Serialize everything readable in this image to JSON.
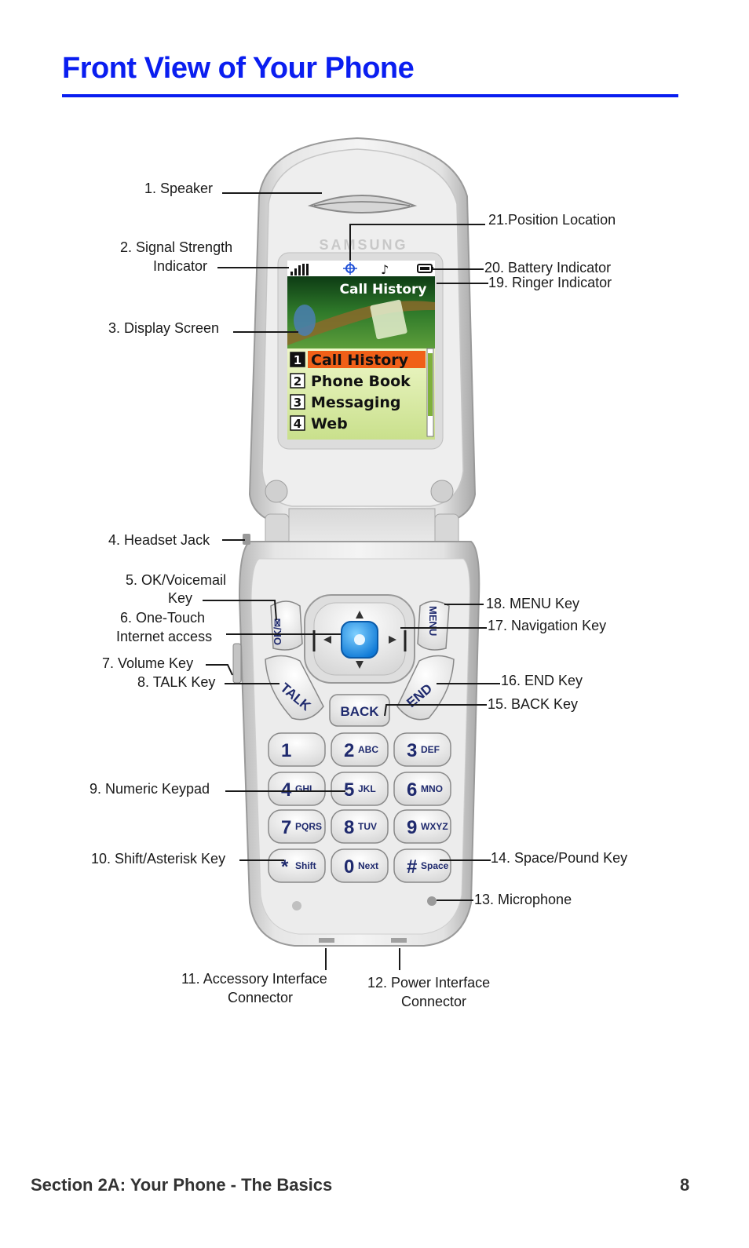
{
  "page": {
    "title": "Front View of Your Phone",
    "footer_section": "Section 2A: Your Phone - The Basics",
    "page_number": "8"
  },
  "phone": {
    "brand": "SAMSUNG",
    "screen": {
      "header": "Call History",
      "menu": [
        {
          "num": "1",
          "label": "Call History",
          "selected": true
        },
        {
          "num": "2",
          "label": "Phone Book",
          "selected": false
        },
        {
          "num": "3",
          "label": "Messaging",
          "selected": false
        },
        {
          "num": "4",
          "label": "Web",
          "selected": false
        }
      ]
    },
    "keys": {
      "ok": "OK/✉",
      "menu": "MENU",
      "talk": "TALK",
      "end": "END",
      "back": "BACK",
      "keypad": [
        {
          "digit": "1",
          "letters": ""
        },
        {
          "digit": "2",
          "letters": "ABC"
        },
        {
          "digit": "3",
          "letters": "DEF"
        },
        {
          "digit": "4",
          "letters": "GHI"
        },
        {
          "digit": "5",
          "letters": "JKL"
        },
        {
          "digit": "6",
          "letters": "MNO"
        },
        {
          "digit": "7",
          "letters": "PQRS"
        },
        {
          "digit": "8",
          "letters": "TUV"
        },
        {
          "digit": "9",
          "letters": "WXYZ"
        },
        {
          "digit": "*",
          "letters": "Shift"
        },
        {
          "digit": "0",
          "letters": "Next"
        },
        {
          "digit": "#",
          "letters": "Space"
        }
      ]
    }
  },
  "callouts": {
    "c1": "1. Speaker",
    "c2a": "2. Signal Strength",
    "c2b": "Indicator",
    "c3": "3. Display Screen",
    "c4": "4. Headset Jack",
    "c5a": "5. OK/Voicemail",
    "c5b": "Key",
    "c6a": "6. One-Touch",
    "c6b": "Internet access",
    "c7": "7. Volume Key",
    "c8": "8. TALK Key",
    "c9": "9. Numeric Keypad",
    "c10": "10. Shift/Asterisk Key",
    "c11a": "11. Accessory Interface",
    "c11b": "Connector",
    "c12a": "12. Power Interface",
    "c12b": "Connector",
    "c13": "13. Microphone",
    "c14": "14. Space/Pound Key",
    "c15": "15. BACK Key",
    "c16": "16. END Key",
    "c17": "17. Navigation Key",
    "c18": "18. MENU Key",
    "c19": "19. Ringer Indicator",
    "c20": "20. Battery Indicator",
    "c21": "21.Position Location"
  }
}
